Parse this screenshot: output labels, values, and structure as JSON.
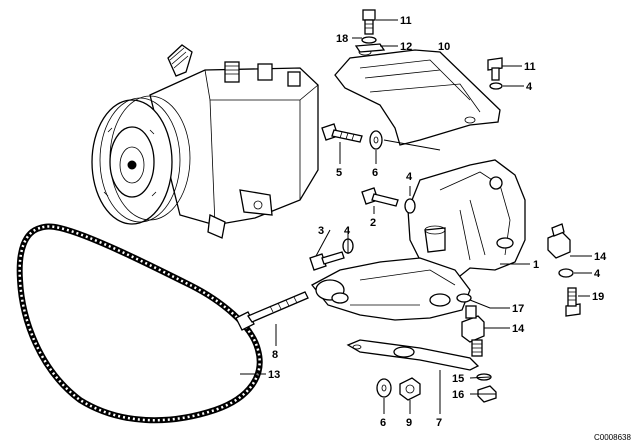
{
  "diagram": {
    "reference_code": "C0008638",
    "callouts": {
      "c11a": "11",
      "c18": "18",
      "c12": "12",
      "c10": "10",
      "c11b": "11",
      "c4a": "4",
      "c5": "5",
      "c6a": "6",
      "c4b": "4",
      "c2": "2",
      "c3": "3",
      "c4c": "4",
      "c1": "1",
      "c14a": "14",
      "c4d": "4",
      "c19": "19",
      "c17": "17",
      "c14b": "14",
      "c8": "8",
      "c13": "13",
      "c15": "15",
      "c16": "16",
      "c6b": "6",
      "c9": "9",
      "c7": "7"
    }
  }
}
